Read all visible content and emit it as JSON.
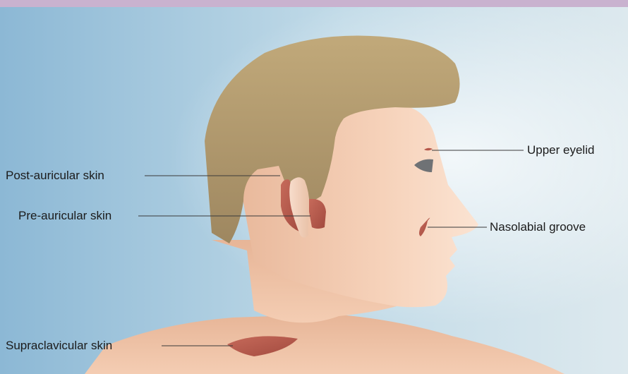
{
  "labels": {
    "post_auricular": "Post-auricular skin",
    "pre_auricular": "Pre-auricular skin",
    "supraclavicular": "Supraclavicular skin",
    "upper_eyelid": "Upper eyelid",
    "nasolabial": "Nasolabial groove"
  },
  "colors": {
    "top_bar": "#c9b2cf",
    "background_left": "#8fbad6",
    "background_right": "#dbe9ef",
    "skin": "#f3c9ad",
    "hair": "#b39a6e",
    "donor_site": "#b5574a",
    "leader_line": "#3a3a3a"
  }
}
